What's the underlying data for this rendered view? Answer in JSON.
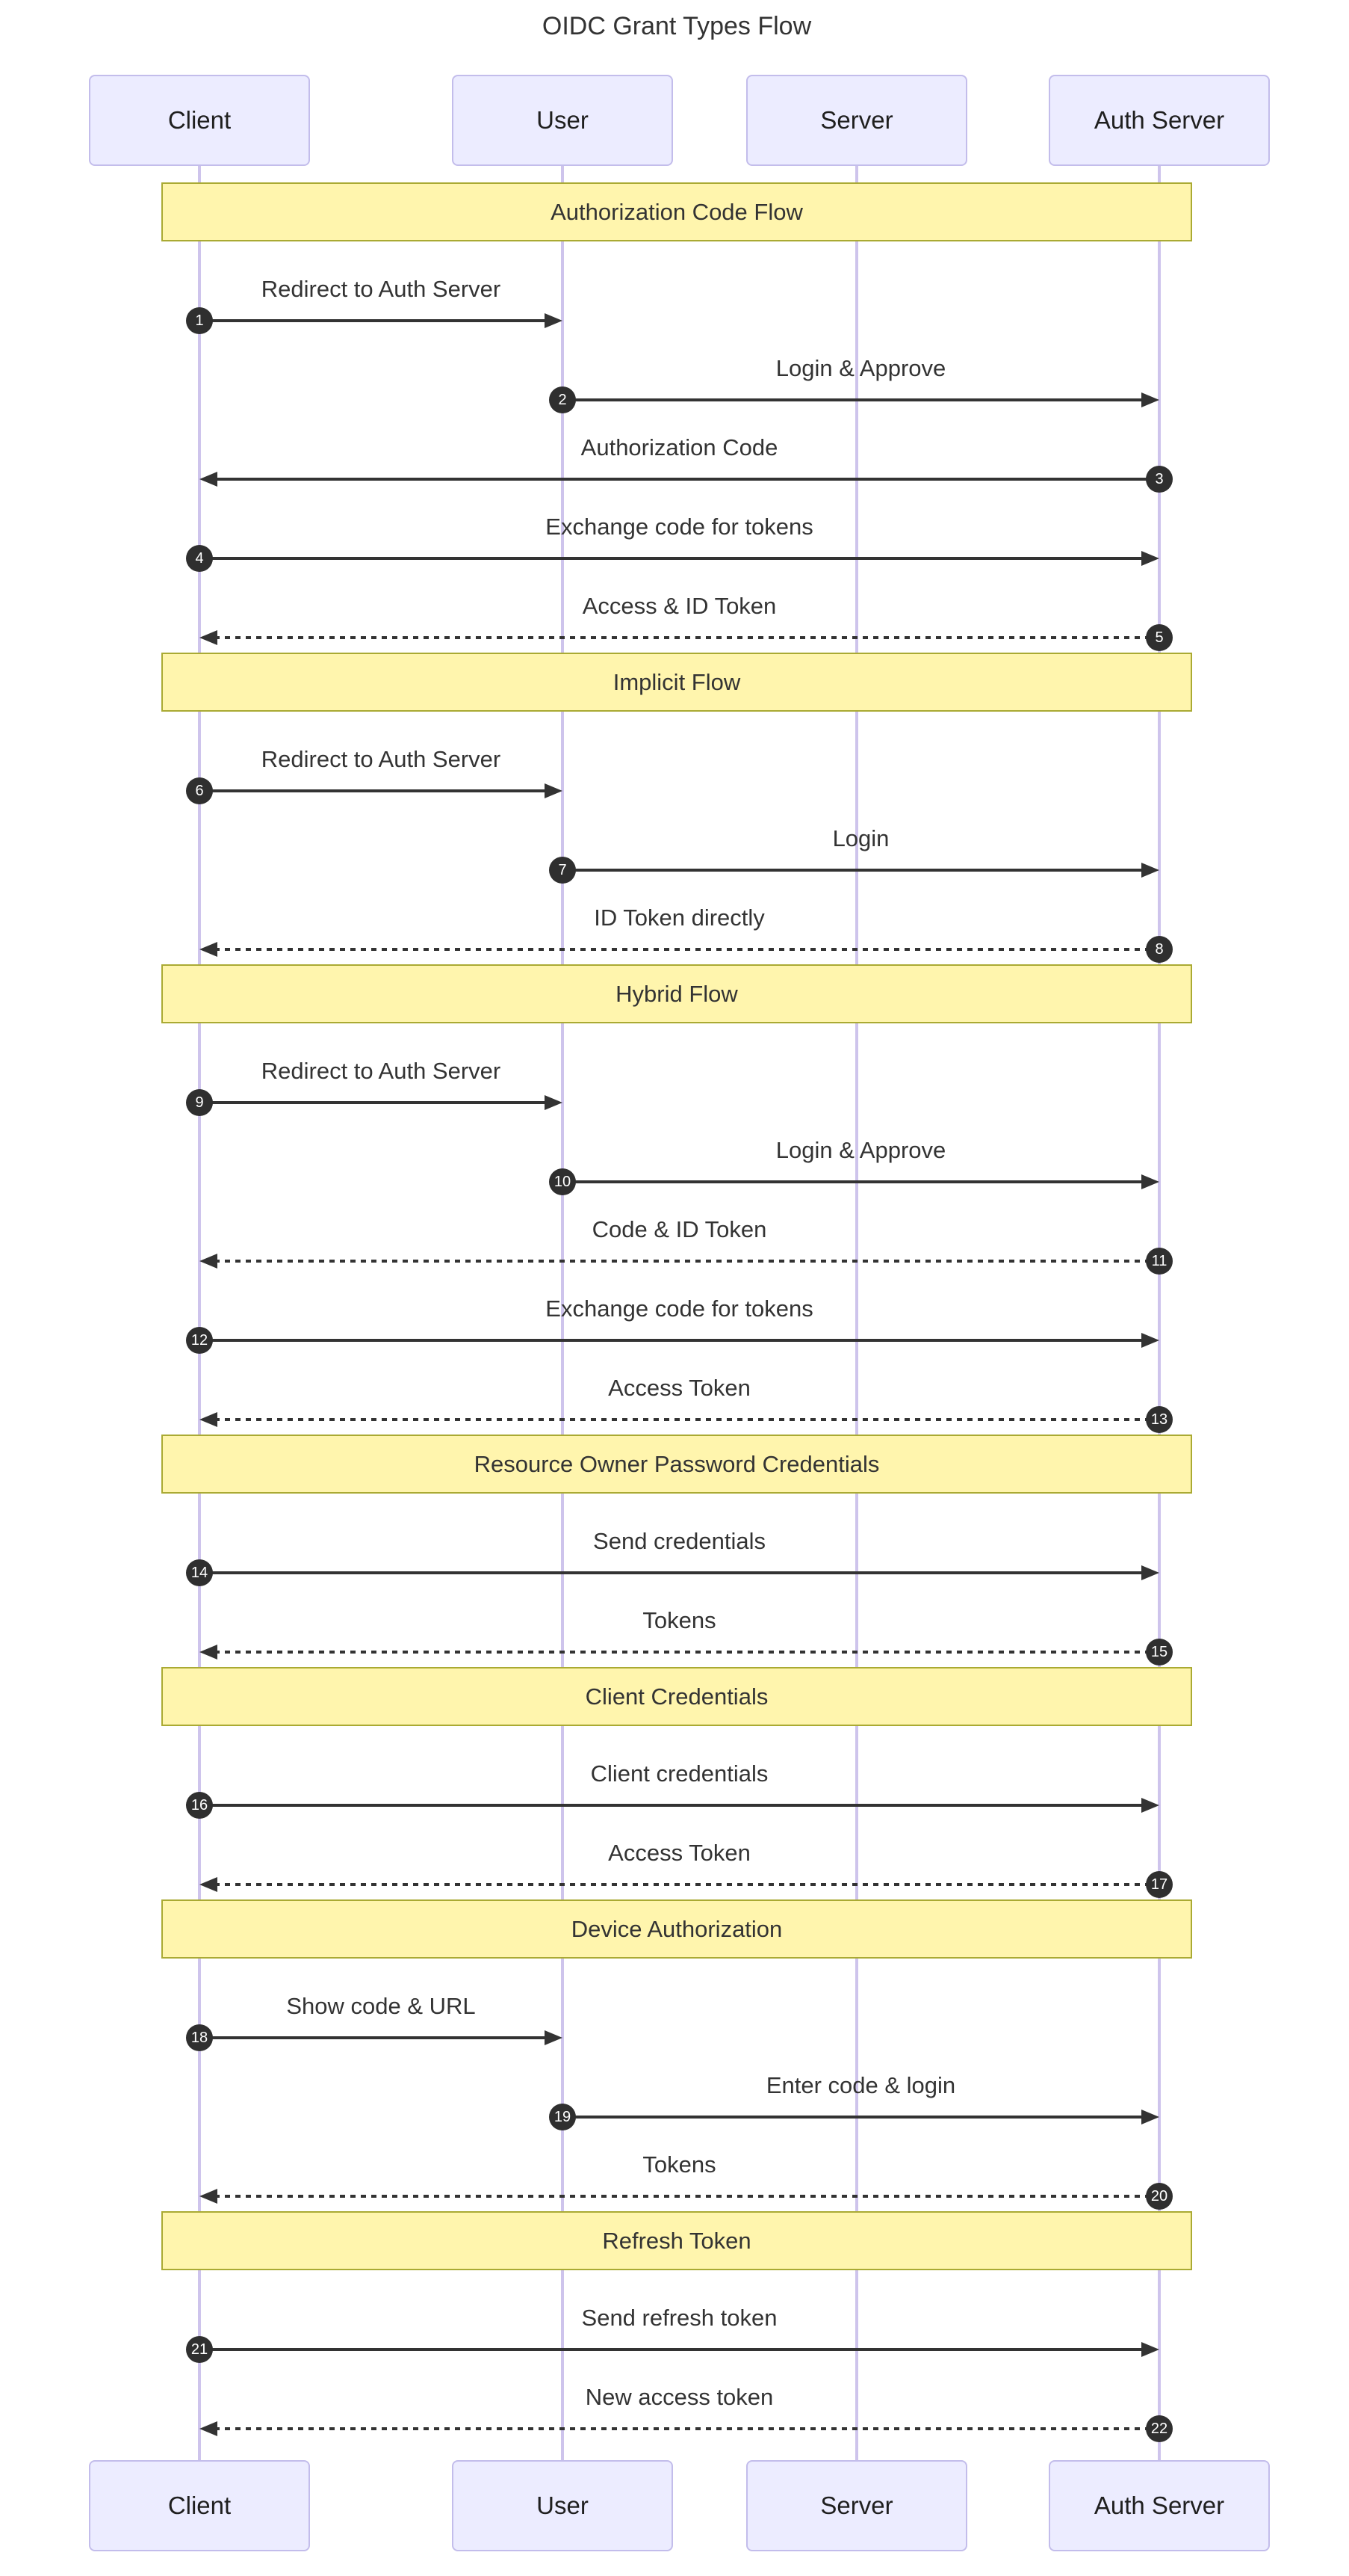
{
  "title": "OIDC Grant Types Flow",
  "participants": [
    {
      "id": "client",
      "label": "Client"
    },
    {
      "id": "user",
      "label": "User"
    },
    {
      "id": "server",
      "label": "Server"
    },
    {
      "id": "auth",
      "label": "Auth Server"
    }
  ],
  "sequence": [
    {
      "type": "section",
      "label": "Authorization Code Flow"
    },
    {
      "type": "message",
      "number": 1,
      "from": "client",
      "to": "user",
      "label": "Redirect to Auth Server",
      "line": "solid"
    },
    {
      "type": "message",
      "number": 2,
      "from": "user",
      "to": "auth",
      "label": "Login & Approve",
      "line": "solid"
    },
    {
      "type": "message",
      "number": 3,
      "from": "auth",
      "to": "client",
      "label": "Authorization Code",
      "line": "solid"
    },
    {
      "type": "message",
      "number": 4,
      "from": "client",
      "to": "auth",
      "label": "Exchange code for tokens",
      "line": "solid"
    },
    {
      "type": "message",
      "number": 5,
      "from": "auth",
      "to": "client",
      "label": "Access & ID Token",
      "line": "dashed"
    },
    {
      "type": "section",
      "label": "Implicit Flow"
    },
    {
      "type": "message",
      "number": 6,
      "from": "client",
      "to": "user",
      "label": "Redirect to Auth Server",
      "line": "solid"
    },
    {
      "type": "message",
      "number": 7,
      "from": "user",
      "to": "auth",
      "label": "Login",
      "line": "solid"
    },
    {
      "type": "message",
      "number": 8,
      "from": "auth",
      "to": "client",
      "label": "ID Token directly",
      "line": "dashed"
    },
    {
      "type": "section",
      "label": "Hybrid Flow"
    },
    {
      "type": "message",
      "number": 9,
      "from": "client",
      "to": "user",
      "label": "Redirect to Auth Server",
      "line": "solid"
    },
    {
      "type": "message",
      "number": 10,
      "from": "user",
      "to": "auth",
      "label": "Login & Approve",
      "line": "solid"
    },
    {
      "type": "message",
      "number": 11,
      "from": "auth",
      "to": "client",
      "label": "Code & ID Token",
      "line": "dashed"
    },
    {
      "type": "message",
      "number": 12,
      "from": "client",
      "to": "auth",
      "label": "Exchange code for tokens",
      "line": "solid"
    },
    {
      "type": "message",
      "number": 13,
      "from": "auth",
      "to": "client",
      "label": "Access Token",
      "line": "dashed"
    },
    {
      "type": "section",
      "label": "Resource Owner Password Credentials"
    },
    {
      "type": "message",
      "number": 14,
      "from": "client",
      "to": "auth",
      "label": "Send credentials",
      "line": "solid"
    },
    {
      "type": "message",
      "number": 15,
      "from": "auth",
      "to": "client",
      "label": "Tokens",
      "line": "dashed"
    },
    {
      "type": "section",
      "label": "Client Credentials"
    },
    {
      "type": "message",
      "number": 16,
      "from": "client",
      "to": "auth",
      "label": "Client credentials",
      "line": "solid"
    },
    {
      "type": "message",
      "number": 17,
      "from": "auth",
      "to": "client",
      "label": "Access Token",
      "line": "dashed"
    },
    {
      "type": "section",
      "label": "Device Authorization"
    },
    {
      "type": "message",
      "number": 18,
      "from": "client",
      "to": "user",
      "label": "Show code & URL",
      "line": "solid"
    },
    {
      "type": "message",
      "number": 19,
      "from": "user",
      "to": "auth",
      "label": "Enter code & login",
      "line": "solid"
    },
    {
      "type": "message",
      "number": 20,
      "from": "auth",
      "to": "client",
      "label": "Tokens",
      "line": "dashed"
    },
    {
      "type": "section",
      "label": "Refresh Token"
    },
    {
      "type": "message",
      "number": 21,
      "from": "client",
      "to": "auth",
      "label": "Send refresh token",
      "line": "solid"
    },
    {
      "type": "message",
      "number": 22,
      "from": "auth",
      "to": "client",
      "label": "New access token",
      "line": "dashed"
    }
  ],
  "colors": {
    "actor_fill": "#ECECFF",
    "actor_border": "#C3BDEB",
    "banner_fill": "#FFF5AD",
    "banner_border": "#AAAA33",
    "line": "#333333",
    "lifeline": "#CEC4EC",
    "badge_fill": "#2F2F2F",
    "badge_text": "#FFFFFF",
    "text": "#333333"
  }
}
